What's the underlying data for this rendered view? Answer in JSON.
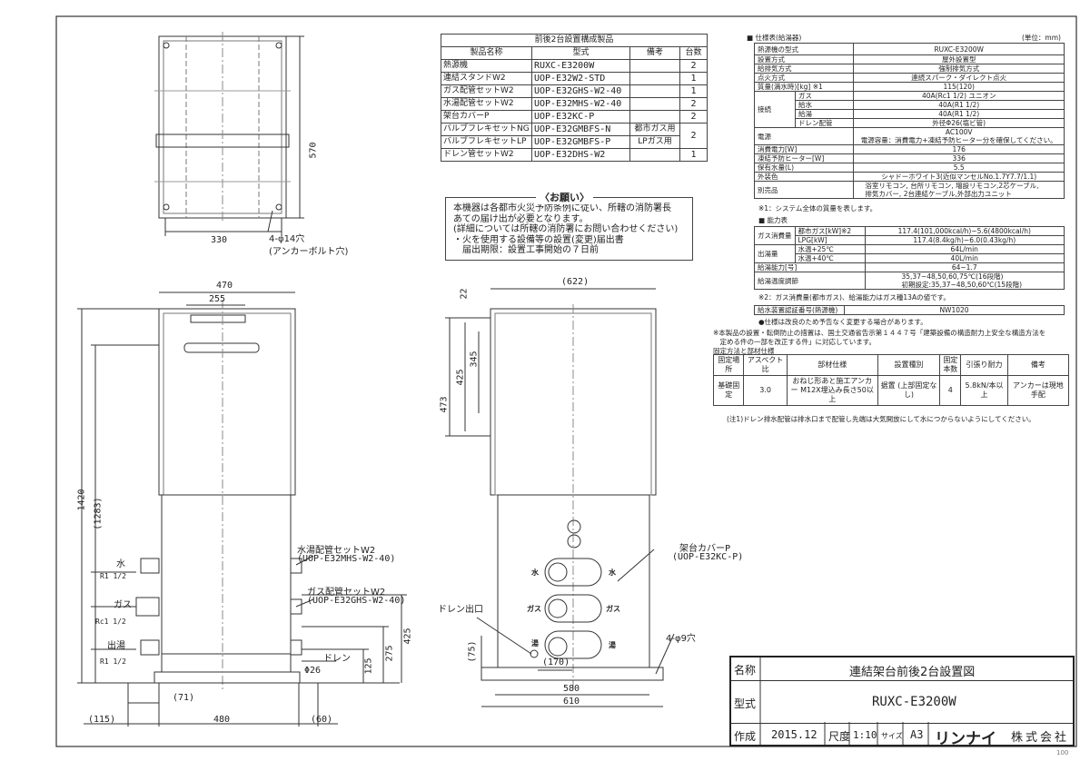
{
  "parts_table": {
    "title": "前後2台設置構成製品",
    "headers": [
      "製品名称",
      "型式",
      "備考",
      "台数"
    ],
    "rows": [
      {
        "name": "熱源機",
        "model": "RUXC-E3200W",
        "note": "",
        "qty": "2"
      },
      {
        "name": "連結スタンドW2",
        "model": "UOP-E32W2-STD",
        "note": "",
        "qty": "1"
      },
      {
        "name": "ガス配管セットW2",
        "model": "UOP-E32GHS-W2-40",
        "note": "",
        "qty": "1"
      },
      {
        "name": "水湯配管セットW2",
        "model": "UOP-E32MHS-W2-40",
        "note": "",
        "qty": "2"
      },
      {
        "name": "架台カバーP",
        "model": "UOP-E32KC-P",
        "note": "",
        "qty": "2"
      },
      {
        "name": "バルブフレキセットNG",
        "model": "UOP-E32GMBFS-N",
        "note": "都市ガス用",
        "qty": "2"
      },
      {
        "name": "バルブフレキセットLP",
        "model": "UOP-E32GMBFS-P",
        "note": "LPガス用",
        "qty": ""
      },
      {
        "name": "ドレン管セットW2",
        "model": "UOP-E32DHS-W2",
        "note": "",
        "qty": "1"
      }
    ]
  },
  "notice": {
    "title": "〈お願い〉",
    "lines": [
      "本機器は各都市火災予防条例に従い、所轄の消防署長",
      "あての届け出が必要となります。",
      "(詳細については所轄の消防署にお問い合わせください)",
      "・火を使用する設備等の設置(変更)届出書",
      "　届出期限：設置工事開始の７日前"
    ]
  },
  "spec": {
    "title": "■ 仕様表(給湯器)",
    "unit": "(単位：mm)",
    "model_label": "熱源機の型式",
    "model": "RUXC-E3200W",
    "install_label": "設置方式",
    "install": "屋外設置型",
    "exhaust_label": "給排気方式",
    "exhaust": "強制排気方式",
    "ignition_label": "点火方式",
    "ignition": "連続スパーク・ダイレクト点火",
    "mass_label": "質量(満水時)[kg] ※1",
    "mass": "115(120)",
    "conn_label": "接続",
    "gas_label": "ガス",
    "gas": "40A(Rc1 1/2) ユニオン",
    "water_label": "給水",
    "water": "40A(R1 1/2)",
    "hot_label": "給湯",
    "hot": "40A(R1 1/2)",
    "drain_label": "ドレン配管",
    "drain": "外径Φ26(塩ビ管)",
    "power_label": "電源",
    "power1": "AC100V",
    "power2": "電源容量：消費電力+凍結予防ヒーター分を確保してください。",
    "consumption_label": "消費電力[W]",
    "consumption": "176",
    "heater_label": "凍結予防ヒーター[W]",
    "heater": "336",
    "volume_label": "保有水量(L)",
    "volume": "5.5",
    "color_label": "外装色",
    "color": "シャドーホワイト3(近似マンセルNo.1.7Y7.7/1.1)",
    "options_label": "別売品",
    "options1": "浴室リモコン, 台所リモコン, 増設リモコン,2芯ケーブル,",
    "options2": "排気カバー, 2台連結ケーブル,外部出力ユニット",
    "note1": "※1：システム全体の質量を表します。"
  },
  "capacity": {
    "title": "■ 能力表",
    "gas_label": "ガス消費量",
    "city_label": "都市ガス[kW]※2",
    "city": "117.4(101,000kcal/h)~5.6(4800kcal/h)",
    "lpg_label": "LPG[kW]",
    "lpg": "117.4(8.4kg/h)~6.0(0.43kg/h)",
    "flow_label": "出湯量",
    "t25_label": "水温+25℃",
    "t25": "64L/min",
    "t40_label": "水温+40℃",
    "t40": "40L/min",
    "ability_label": "給湯能力[号]",
    "ability": "64~1.7",
    "temp_label": "給湯温度調節",
    "temp1": "35,37~48,50,60,75℃(16段階)",
    "temp2": "初期設定:35,37~48,50,60℃(15段階)",
    "note2": "※2：ガス消費量(都市ガス)、給湯能力はガス種13Aの値です。",
    "cert_label": "給水装置認証番号(熱源機)",
    "cert": "NW1020",
    "change_note": "●仕様は改良のため予告なく変更する場合があります。"
  },
  "anchor": {
    "note1": "※本製品の設置・転倒防止の措置は、国土交通省告示第１４４７号「建築設備の構造耐力上安全な構造方法を",
    "note2": "　定める件の一部を改正する件」に対応しています。",
    "subtitle": "固定方法と部材仕様",
    "headers": [
      "固定場所",
      "アスペクト比",
      "部材仕様",
      "設置種別",
      "固定本数",
      "引張り耐力",
      "備考"
    ],
    "row": [
      "基礎固定",
      "3.0",
      "おねじ形あと施工アンカー M12X埋込み長さ50以上",
      "据置 (上部固定なし)",
      "4",
      "5.8kN/本以上",
      "アンカーは現地手配"
    ],
    "footnote": "(注1)ドレン排水配管は排水口まで配管し先端は大気開放にして水につからないようにしてください。"
  },
  "title_block": {
    "name_label": "名称",
    "name": "連結架台前後2台設置図",
    "model_label": "型式",
    "model": "RUXC-E3200W",
    "made_label": "作成",
    "date": "2015.12",
    "scale_label": "尺度",
    "scale": "1:10",
    "size_label": "サイズ",
    "size": "A3",
    "company_logo": "リンナイ",
    "company": "株式会社",
    "sheet": "100"
  },
  "top_view": {
    "dim_depth": "570",
    "dim_width": "330",
    "hole": "4-φ14穴",
    "hole_note": "(アンカーボルト穴)"
  },
  "front_view": {
    "dim_470": "470",
    "dim_255": "255",
    "dim_1420": "1420",
    "dim_1283": "(1283)",
    "water": "水",
    "water_size": "R1 1/2",
    "gas": "ガス",
    "gas_size": "Rc1 1/2",
    "hot": "出湯",
    "hot_size": "R1 1/2",
    "mhs_label": "水湯配管セットW2",
    "mhs_model": "(UOP-E32MHS-W2-40)",
    "ghs_label": "ガス配管セットW2",
    "ghs_model": "(UOP-E32GHS-W2-40)",
    "drain": "ドレン",
    "drain_size": "Φ26",
    "dim_425": "425",
    "dim_275": "275",
    "dim_125": "125",
    "dim_71": "(71)",
    "dim_115": "(115)",
    "dim_480": "480",
    "dim_60": "(60)"
  },
  "side_view": {
    "dim_622": "(622)",
    "dim_22": "22",
    "dim_473": "473",
    "dim_425": "425",
    "dim_345": "345",
    "cover_label": "架台カバーP",
    "cover_model": "(UOP-E32KC-P)",
    "drain_outlet": "ドレン出口",
    "dim_75": "(75)",
    "dim_170": "(170)",
    "hole": "4-φ9穴",
    "dim_580": "580",
    "dim_610": "610",
    "mark_water": "水",
    "mark_gas": "ガス",
    "mark_hot": "湯"
  }
}
